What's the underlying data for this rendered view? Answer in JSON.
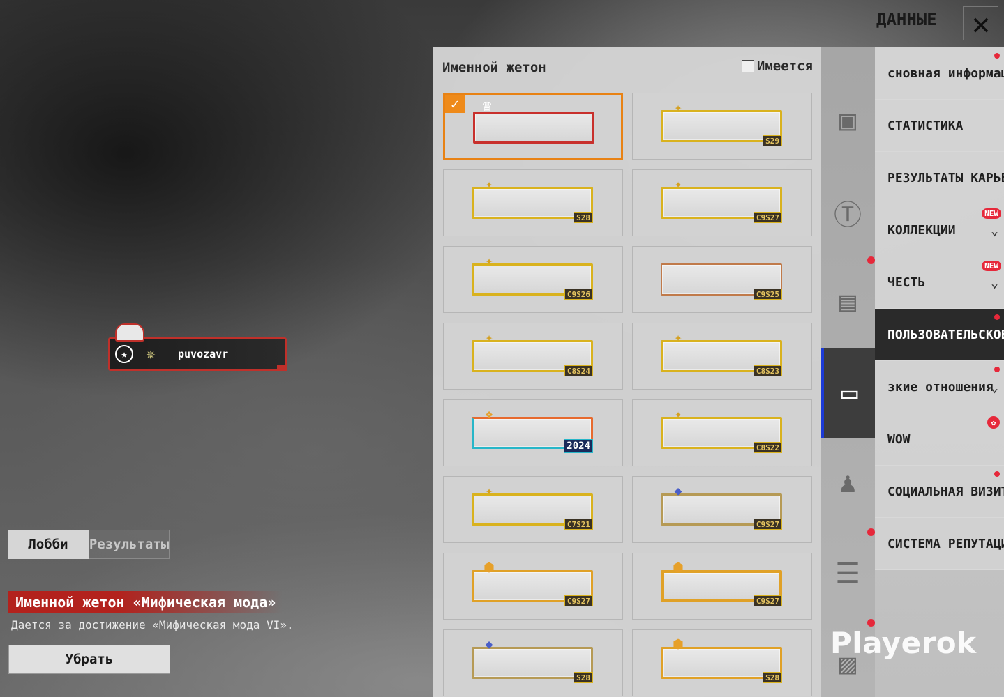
{
  "preview": {
    "player_name": "puvozavr",
    "star_icon": "★",
    "rank_icon": "✵"
  },
  "mode_tabs": {
    "lobby": "Лобби",
    "results": "Результаты"
  },
  "selected_item": {
    "title": "Именной жетон «Мифическая мода»",
    "description": "Дается за достижение «Мифическая мода VI».",
    "remove_label": "Убрать"
  },
  "panel": {
    "title": "Именной жетон",
    "owned_filter_label": "Имеется",
    "items": [
      {
        "season": "",
        "style": "style-red",
        "emblem": "♛",
        "emblem_style": "white",
        "selected": true,
        "check": "✓"
      },
      {
        "season": "S29",
        "style": "",
        "emblem": "✦",
        "emblem_style": "",
        "selected": false
      },
      {
        "season": "S28",
        "style": "",
        "emblem": "✦",
        "emblem_style": "",
        "selected": false
      },
      {
        "season": "C9S27",
        "style": "",
        "emblem": "✦",
        "emblem_style": "",
        "selected": false
      },
      {
        "season": "C9S26",
        "style": "",
        "emblem": "✦",
        "emblem_style": "",
        "selected": false
      },
      {
        "season": "C9S25",
        "style": "style-copper",
        "emblem": "",
        "emblem_style": "",
        "selected": false
      },
      {
        "season": "C8S24",
        "style": "",
        "emblem": "✦",
        "emblem_style": "",
        "selected": false
      },
      {
        "season": "C8S23",
        "style": "",
        "emblem": "✦",
        "emblem_style": "",
        "selected": false
      },
      {
        "season": "2024",
        "style": "style-rainbow",
        "emblem": "❖",
        "emblem_style": "orange",
        "selected": false,
        "year": true
      },
      {
        "season": "C8S22",
        "style": "",
        "emblem": "✦",
        "emblem_style": "",
        "selected": false
      },
      {
        "season": "C7S21",
        "style": "",
        "emblem": "✦",
        "emblem_style": "",
        "selected": false
      },
      {
        "season": "C9S27",
        "style": "style-brass",
        "emblem": "◆",
        "emblem_style": "diamond",
        "selected": false
      },
      {
        "season": "C9S27",
        "style": "style-amber",
        "emblem": "⬢",
        "emblem_style": "orange",
        "selected": false
      },
      {
        "season": "C9S27",
        "style": "style-amber-lg",
        "emblem": "⬢",
        "emblem_style": "orange",
        "selected": false
      },
      {
        "season": "S28",
        "style": "style-brass",
        "emblem": "◆",
        "emblem_style": "diamond",
        "selected": false
      },
      {
        "season": "S28",
        "style": "style-amber",
        "emblem": "⬢",
        "emblem_style": "orange",
        "selected": false
      }
    ]
  },
  "rail": {
    "icons": [
      {
        "name": "frame-icon",
        "glyph": "▣"
      },
      {
        "name": "title-icon",
        "glyph": "Ⓣ"
      },
      {
        "name": "name-tag-icon",
        "glyph": "▤"
      },
      {
        "name": "folder-icon",
        "glyph": "▭"
      },
      {
        "name": "portrait-icon",
        "glyph": "♟"
      },
      {
        "name": "id-card-icon",
        "glyph": "☰"
      },
      {
        "name": "image-icon",
        "glyph": "▨"
      }
    ]
  },
  "menu": {
    "title": "ДАННЫЕ",
    "close_icon": "✕",
    "items": [
      {
        "label": "сновная информаци",
        "dot": true
      },
      {
        "label": "СТАТИСТИКА"
      },
      {
        "label": "РЕЗУЛЬТАТЫ КАРЬЕРЬ"
      },
      {
        "label": "КОЛЛЕКЦИИ",
        "badge": "NEW",
        "chevron": "⌄"
      },
      {
        "label": "ЧЕСТЬ",
        "badge": "NEW",
        "chevron": "⌄"
      },
      {
        "label": "ПОЛЬЗОВАТЕЛЬСКОЕ",
        "active": true,
        "dot": true
      },
      {
        "label": "зкие отношения",
        "dot": true,
        "chevron": "⌄"
      },
      {
        "label": "WOW",
        "gift": "✿"
      },
      {
        "label": "СОЦИАЛЬНАЯ ВИЗИТКА",
        "dot": true
      },
      {
        "label": "СИСТЕМА РЕПУТАЦИИ"
      }
    ]
  },
  "watermark": "Playerok",
  "colors": {
    "accent_orange": "#e88214",
    "red": "#c0302a",
    "blue_active": "#1c3bd6",
    "gold": "#d9b21e",
    "notify_red": "#e6283a"
  }
}
